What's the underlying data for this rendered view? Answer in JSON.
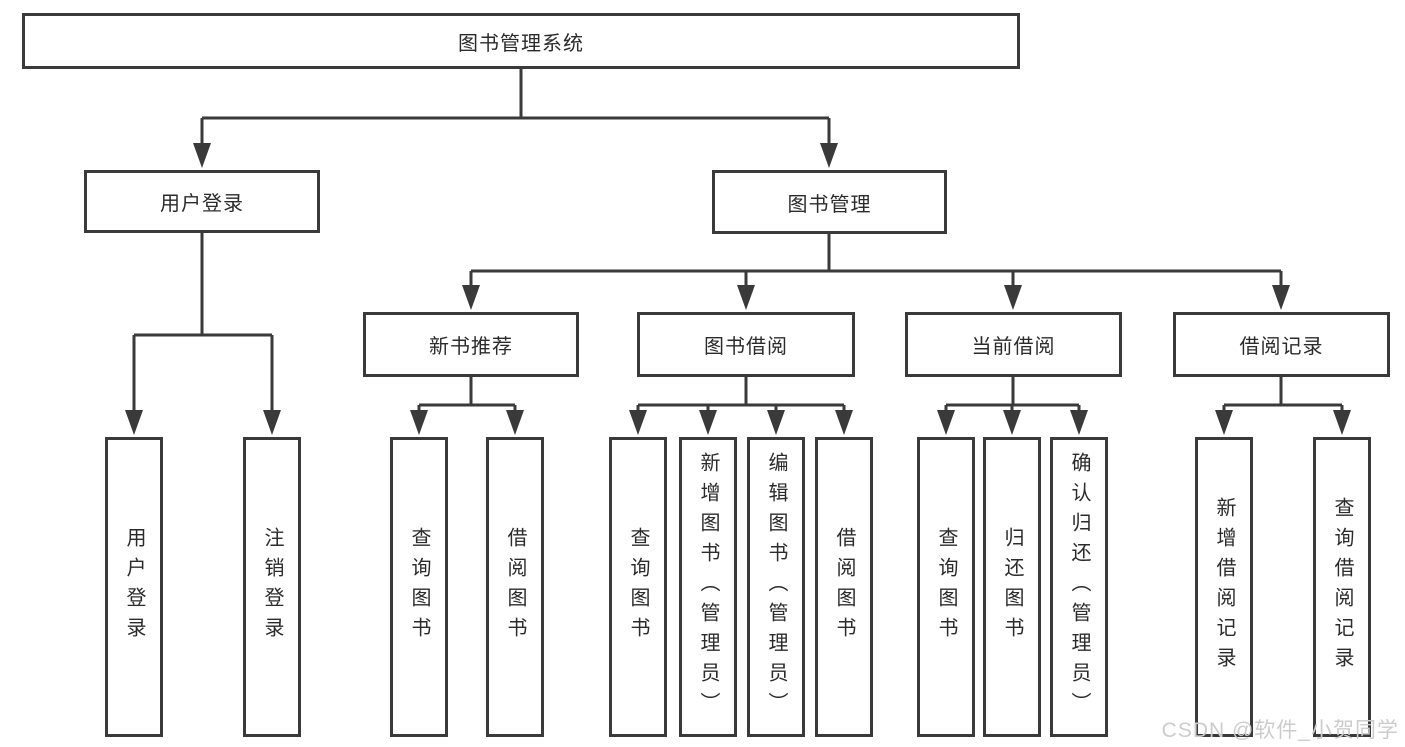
{
  "diagram": {
    "root": {
      "label": "图书管理系统"
    },
    "branches": [
      {
        "label": "用户登录",
        "children": [
          {
            "label": "用户登录"
          },
          {
            "label": "注销登录"
          }
        ]
      },
      {
        "label": "图书管理",
        "children": [
          {
            "label": "新书推荐",
            "children": [
              {
                "label": "查询图书"
              },
              {
                "label": "借阅图书"
              }
            ]
          },
          {
            "label": "图书借阅",
            "children": [
              {
                "label": "查询图书"
              },
              {
                "label": "新增图书（管理员）"
              },
              {
                "label": "编辑图书（管理员）"
              },
              {
                "label": "借阅图书"
              }
            ]
          },
          {
            "label": "当前借阅",
            "children": [
              {
                "label": "查询图书"
              },
              {
                "label": "归还图书"
              },
              {
                "label": "确认归还（管理员）"
              }
            ]
          },
          {
            "label": "借阅记录",
            "children": [
              {
                "label": "新增借阅记录"
              },
              {
                "label": "查询借阅记录"
              }
            ]
          }
        ]
      }
    ],
    "line_color": "#3a3a3a",
    "text_color": "#2b2b2b"
  },
  "watermark": {
    "text": "CSDN @软件_小贺同学",
    "color": "#cccccc"
  }
}
